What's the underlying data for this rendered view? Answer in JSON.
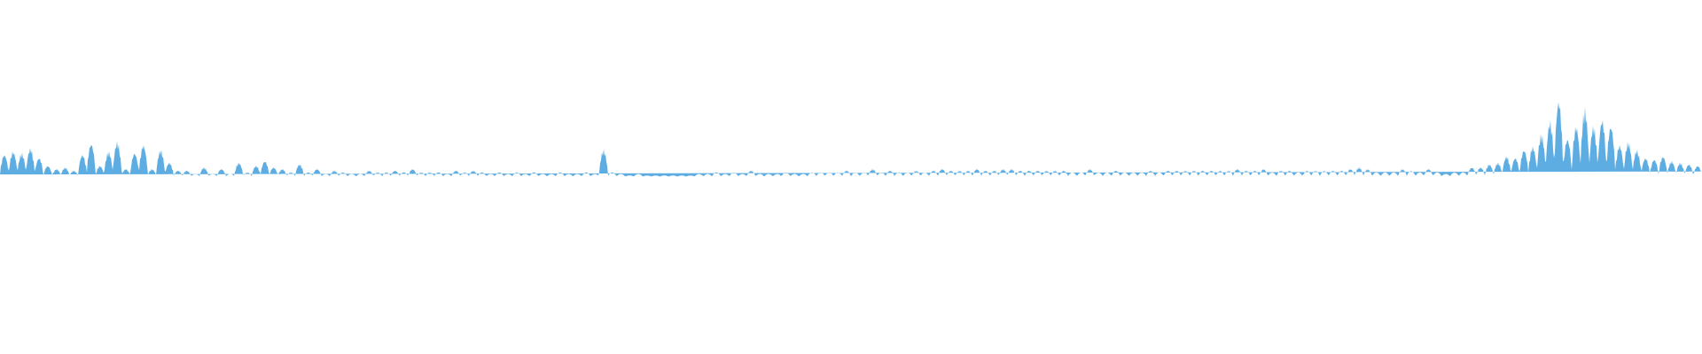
{
  "waveform": {
    "color": "#5dade2",
    "background": "#ffffff",
    "amplitude_envelope": [
      0.14,
      0.16,
      0.15,
      0.18,
      0.12,
      0.07,
      0.05,
      0.06,
      0.04,
      0.14,
      0.21,
      0.07,
      0.16,
      0.22,
      0.05,
      0.15,
      0.2,
      0.05,
      0.17,
      0.09,
      0.04,
      0.04,
      0.02,
      0.06,
      0.02,
      0.05,
      0.02,
      0.09,
      0.03,
      0.07,
      0.1,
      0.06,
      0.05,
      0.03,
      0.08,
      0.03,
      0.05,
      0.02,
      0.04,
      0.03,
      0.02,
      0.02,
      0.04,
      0.03,
      0.03,
      0.04,
      0.03,
      0.05,
      0.03,
      0.03,
      0.03,
      0.02,
      0.04,
      0.03,
      0.04,
      0.03,
      0.02,
      0.03,
      0.02,
      0.03,
      0.02,
      0.03,
      0.02,
      0.02,
      0.03,
      0.02,
      0.02,
      0.03,
      0.02,
      0.17,
      0.03,
      0.02,
      0.01,
      0.02,
      0.01,
      0.01,
      0.01,
      0.01,
      0.01,
      0.01,
      0.02,
      0.02,
      0.03,
      0.02,
      0.03,
      0.02,
      0.04,
      0.02,
      0.02,
      0.02,
      0.03,
      0.02,
      0.02,
      0.03,
      0.03,
      0.03,
      0.03,
      0.04,
      0.03,
      0.03,
      0.05,
      0.03,
      0.04,
      0.03,
      0.03,
      0.04,
      0.03,
      0.04,
      0.05,
      0.04,
      0.04,
      0.04,
      0.05,
      0.04,
      0.04,
      0.05,
      0.05,
      0.04,
      0.04,
      0.04,
      0.04,
      0.04,
      0.04,
      0.03,
      0.03,
      0.05,
      0.03,
      0.03,
      0.04,
      0.03,
      0.03,
      0.03,
      0.04,
      0.03,
      0.04,
      0.04,
      0.04,
      0.04,
      0.04,
      0.04,
      0.04,
      0.04,
      0.05,
      0.04,
      0.04,
      0.05,
      0.03,
      0.04,
      0.04,
      0.03,
      0.04,
      0.04,
      0.04,
      0.04,
      0.04,
      0.05,
      0.06,
      0.05,
      0.03,
      0.03,
      0.03,
      0.05,
      0.04,
      0.03,
      0.05,
      0.03,
      0.02,
      0.03,
      0.03,
      0.06,
      0.06,
      0.08,
      0.09,
      0.13,
      0.12,
      0.17,
      0.19,
      0.27,
      0.35,
      0.48,
      0.24,
      0.32,
      0.43,
      0.32,
      0.36,
      0.32,
      0.2,
      0.22,
      0.17,
      0.12,
      0.11,
      0.13,
      0.1,
      0.09,
      0.08,
      0.07
    ],
    "segment_pulses": 14
  }
}
